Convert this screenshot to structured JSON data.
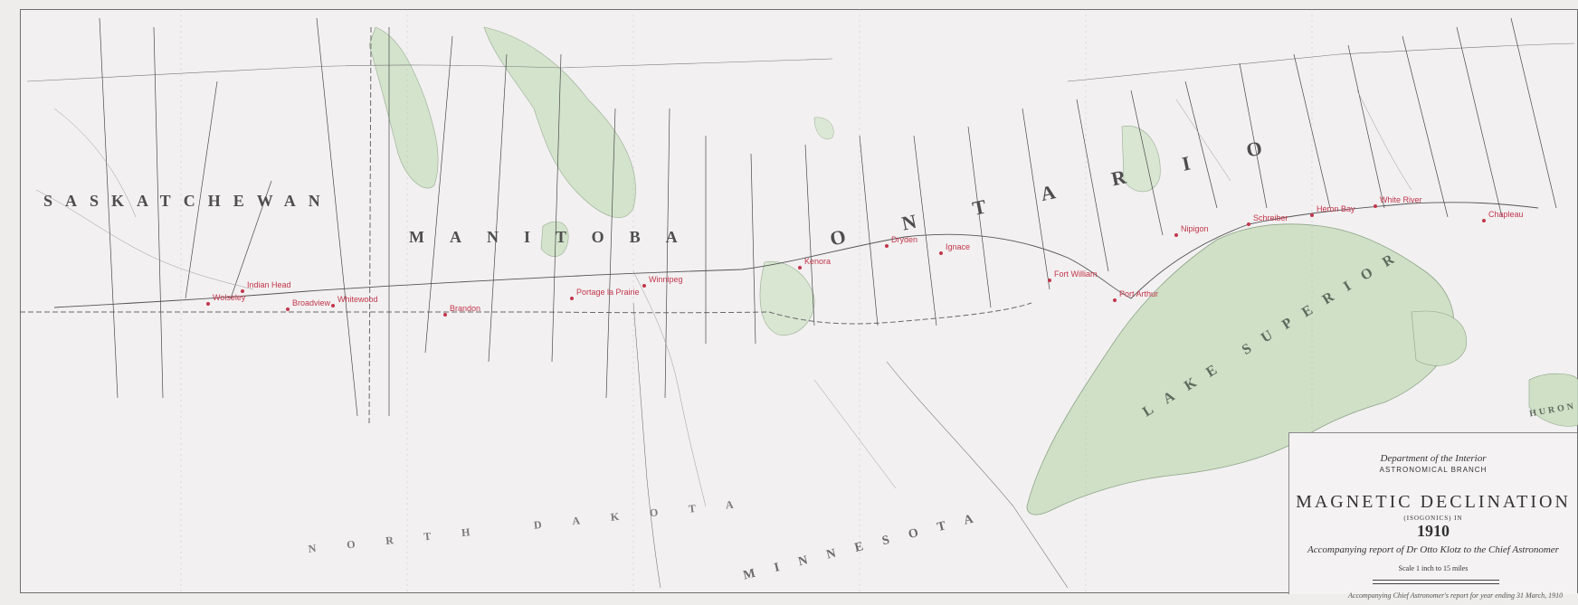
{
  "regions": [
    {
      "id": "saskatchewan",
      "text": "SASKATCHEWAN"
    },
    {
      "id": "manitoba",
      "text": "MANITOBA"
    },
    {
      "id": "ontario",
      "text": "ONTARIO"
    },
    {
      "id": "north-dakota",
      "text": "NORTH DAKOTA"
    },
    {
      "id": "minnesota",
      "text": "MINNESOTA"
    }
  ],
  "water": [
    {
      "id": "lake-superior",
      "text": "LAKE SUPERIOR"
    },
    {
      "id": "huron",
      "text": "HURON"
    }
  ],
  "stations": [
    "Indian Head",
    "Wolseley",
    "Broadview",
    "Whitewood",
    "Brandon",
    "Portage la Prairie",
    "Winnipeg",
    "Kenora",
    "Dryden",
    "Ignace",
    "Port Arthur",
    "Fort William",
    "Nipigon",
    "Schreiber",
    "Heron Bay",
    "White River",
    "Chapleau"
  ],
  "title_block": {
    "dept": "Department of the Interior",
    "branch": "ASTRONOMICAL BRANCH",
    "title": "MAGNETIC DECLINATION",
    "subtitle": "(ISOGONICS) IN",
    "year": "1910",
    "report": "Accompanying report of Dr Otto Klotz to the Chief Astronomer",
    "scale": "Scale 1 inch to 15 miles"
  },
  "footer": "Accompanying Chief Astronomer's report for year ending 31 March, 1910",
  "colors": {
    "water": "#cfe0c7",
    "station": "#c2364d",
    "lines": "#4a4a4a"
  }
}
